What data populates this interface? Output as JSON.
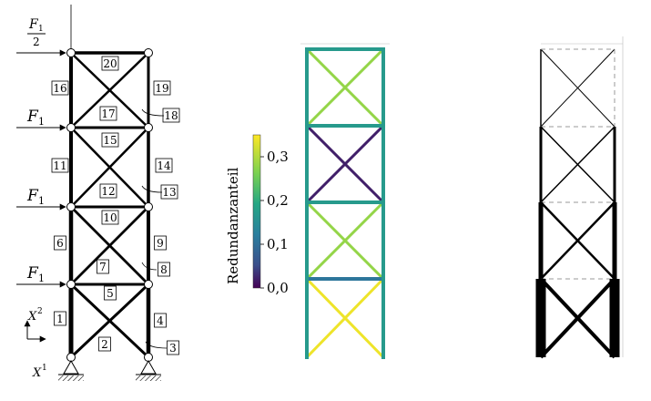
{
  "left_diagram": {
    "forces": [
      {
        "num": "F",
        "sub": "1",
        "den": "2"
      },
      {
        "main": "F",
        "sub": "1"
      },
      {
        "main": "F",
        "sub": "1"
      },
      {
        "main": "F",
        "sub": "1"
      }
    ],
    "axes": {
      "x": "X",
      "x_sup": "1",
      "y": "X",
      "y_sup": "2"
    },
    "member_labels": [
      "1",
      "2",
      "3",
      "4",
      "5",
      "6",
      "7",
      "8",
      "9",
      "10",
      "11",
      "12",
      "13",
      "14",
      "15",
      "16",
      "17",
      "18",
      "19",
      "20"
    ]
  },
  "colorbar": {
    "title": "Redundanzanteil",
    "ticks": [
      "0,0",
      "0,1",
      "0,2",
      "0,3"
    ],
    "tick_values": [
      0.0,
      0.1,
      0.2,
      0.3
    ],
    "range": [
      0.0,
      0.35
    ]
  },
  "middle_truss": {
    "members": [
      {
        "id": "1",
        "value": 0.17
      },
      {
        "id": "2",
        "value": 0.34
      },
      {
        "id": "3",
        "value": 0.34
      },
      {
        "id": "4",
        "value": 0.17
      },
      {
        "id": "5",
        "value": 0.11
      },
      {
        "id": "6",
        "value": 0.17
      },
      {
        "id": "7",
        "value": 0.28
      },
      {
        "id": "8",
        "value": 0.28
      },
      {
        "id": "9",
        "value": 0.17
      },
      {
        "id": "10",
        "value": 0.17
      },
      {
        "id": "11",
        "value": 0.17
      },
      {
        "id": "12",
        "value": 0.02
      },
      {
        "id": "13",
        "value": 0.02
      },
      {
        "id": "14",
        "value": 0.17
      },
      {
        "id": "15",
        "value": 0.17
      },
      {
        "id": "16",
        "value": 0.17
      },
      {
        "id": "17",
        "value": 0.28
      },
      {
        "id": "18",
        "value": 0.28
      },
      {
        "id": "19",
        "value": 0.17
      },
      {
        "id": "20",
        "value": 0.17
      }
    ]
  }
}
